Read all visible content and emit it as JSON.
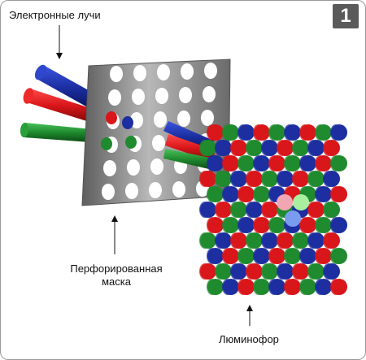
{
  "figure_number": "1",
  "labels": {
    "electron_beams": "Электронные лучи",
    "shadow_mask": "Перфорированная маска",
    "shadow_mask_line1": "Перфорированная",
    "shadow_mask_line2": "маска",
    "phosphor": "Люминофор"
  },
  "colors": {
    "red": "#d9161a",
    "green": "#1f8a2e",
    "blue": "#1c2ea0",
    "mask": "#8c8c8c",
    "background": "#ffffff"
  }
}
